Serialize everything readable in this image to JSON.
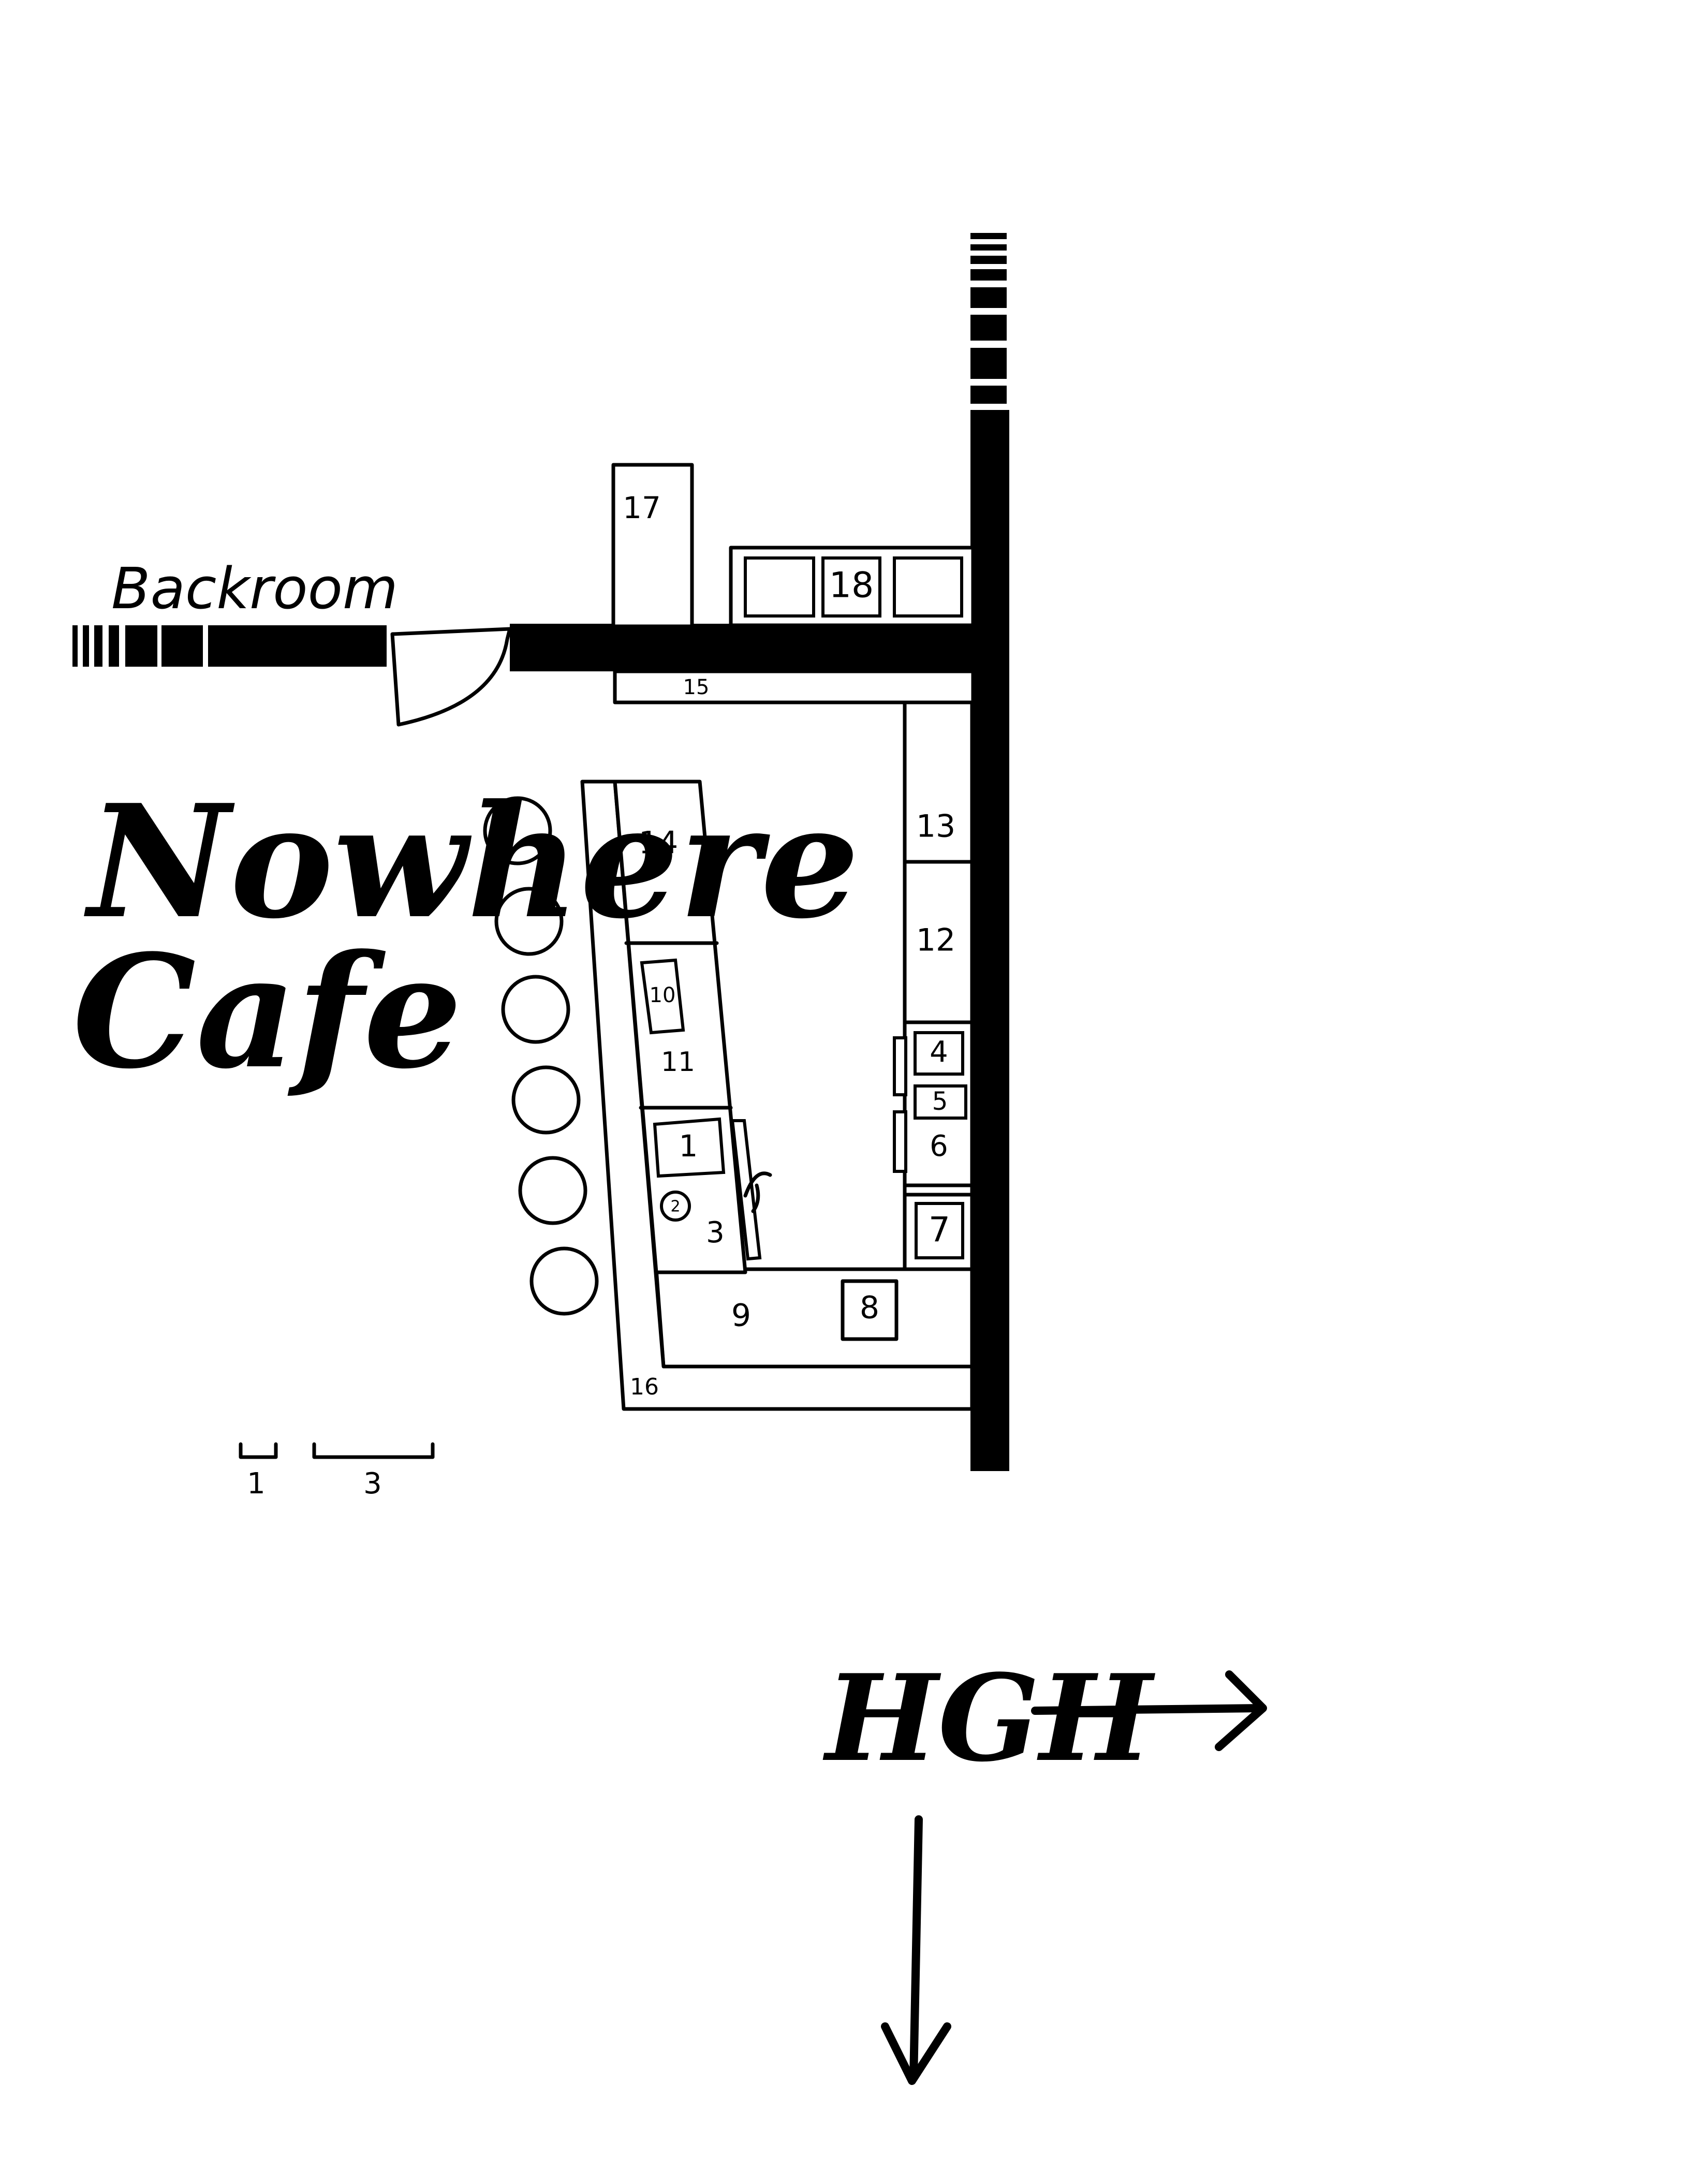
{
  "title": {
    "line1": "Nowhere",
    "line2": "Cafe"
  },
  "rooms": {
    "backroom": "Backroom"
  },
  "direction": {
    "label": "HGH"
  },
  "scale": {
    "small": "1",
    "large": "3"
  },
  "stations": {
    "s1": "1",
    "s2": "2",
    "s3": "3",
    "s4": "4",
    "s5": "5",
    "s6": "6",
    "s7": "7",
    "s8": "8",
    "s9": "9",
    "s10": "10",
    "s11": "11",
    "s12": "12",
    "s13": "13",
    "s14": "14",
    "s15": "15",
    "s16": "16",
    "s17": "17",
    "s18": "18"
  },
  "colors": {
    "ink": "#000000",
    "paper": "#ffffff"
  }
}
